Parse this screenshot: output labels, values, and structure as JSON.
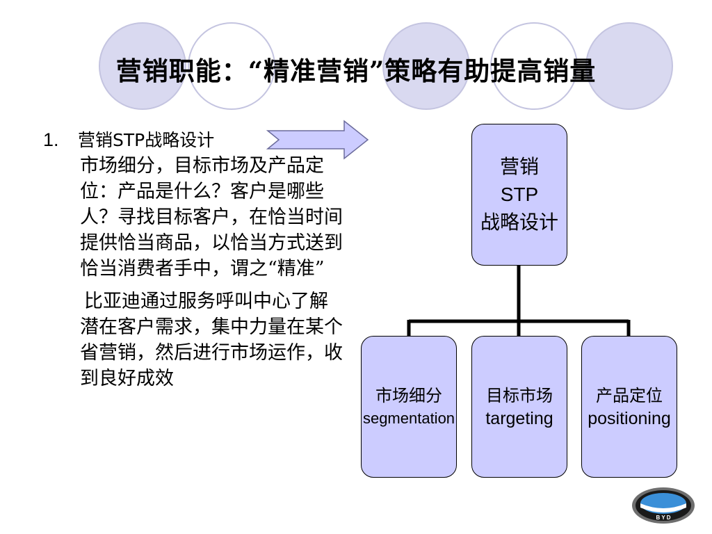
{
  "slide": {
    "title": "营销职能：“精准营销”策略有助提高销量",
    "item": {
      "number": "1.",
      "heading": "营销STP战略设计",
      "paragraph1": "市场细分，目标市场及产品定位：产品是什么？客户是哪些人？寻找目标客户，在恰当时间提供恰当商品，以恰当方式送到恰当消费者手中，谓之“精准”",
      "paragraph2": "比亚迪通过服务呼叫中心了解潜在客户需求，集中力量在某个省营销，然后进行市场运作，收到良好成效"
    }
  },
  "diagram": {
    "root": {
      "line1": "营销",
      "line2": "STP",
      "line3": "战略设计"
    },
    "children": [
      {
        "zh": "市场细分",
        "en": "segmentation"
      },
      {
        "zh": "目标市场",
        "en": "targeting"
      },
      {
        "zh": "产品定位",
        "en": "positioning"
      }
    ]
  },
  "logo": {
    "text": "B Y D"
  },
  "colors": {
    "box_fill": "#ccccff",
    "circle_fill": "#d9d9f0",
    "circle_stroke": "#bcbcdc"
  }
}
